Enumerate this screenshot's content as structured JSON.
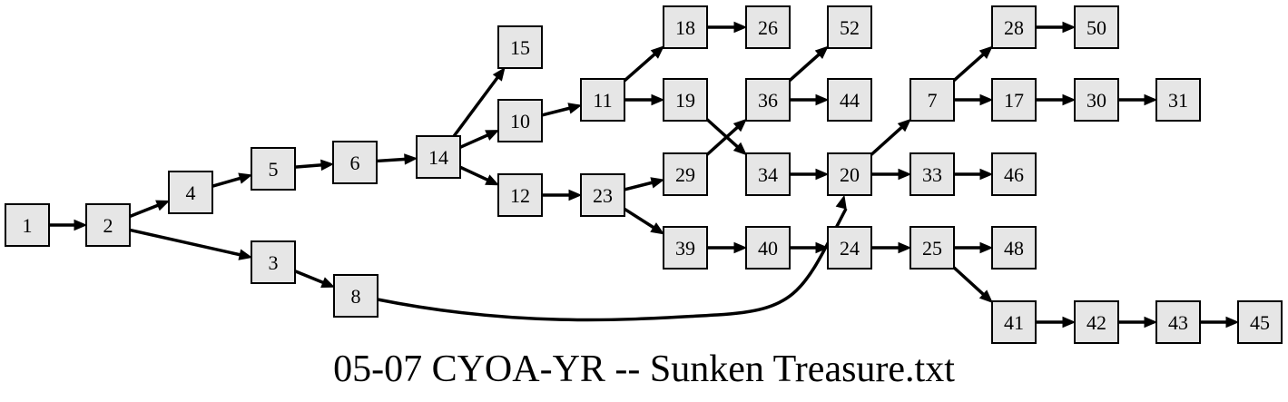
{
  "caption": "05-07 CYOA-YR -- Sunken Treasure.txt",
  "colors": {
    "node_fill": "#e6e6e6",
    "stroke": "#000000",
    "background": "#ffffff"
  },
  "nodes": [
    "1",
    "2",
    "3",
    "4",
    "5",
    "6",
    "8",
    "14",
    "15",
    "10",
    "12",
    "11",
    "23",
    "18",
    "19",
    "29",
    "39",
    "26",
    "34",
    "36",
    "40",
    "20",
    "52",
    "44",
    "24",
    "7",
    "33",
    "25",
    "28",
    "17",
    "46",
    "48",
    "41",
    "50",
    "30",
    "42",
    "31",
    "43",
    "45"
  ],
  "edges": [
    [
      "1",
      "2"
    ],
    [
      "2",
      "4"
    ],
    [
      "2",
      "3"
    ],
    [
      "4",
      "5"
    ],
    [
      "5",
      "6"
    ],
    [
      "6",
      "14"
    ],
    [
      "3",
      "8"
    ],
    [
      "14",
      "15"
    ],
    [
      "14",
      "10"
    ],
    [
      "14",
      "12"
    ],
    [
      "10",
      "11"
    ],
    [
      "12",
      "23"
    ],
    [
      "11",
      "18"
    ],
    [
      "11",
      "19"
    ],
    [
      "23",
      "29"
    ],
    [
      "23",
      "39"
    ],
    [
      "18",
      "26"
    ],
    [
      "19",
      "34"
    ],
    [
      "29",
      "36"
    ],
    [
      "39",
      "40"
    ],
    [
      "34",
      "20"
    ],
    [
      "8",
      "20"
    ],
    [
      "36",
      "52"
    ],
    [
      "36",
      "44"
    ],
    [
      "40",
      "24"
    ],
    [
      "20",
      "7"
    ],
    [
      "20",
      "33"
    ],
    [
      "24",
      "25"
    ],
    [
      "7",
      "28"
    ],
    [
      "7",
      "17"
    ],
    [
      "33",
      "46"
    ],
    [
      "25",
      "48"
    ],
    [
      "25",
      "41"
    ],
    [
      "28",
      "50"
    ],
    [
      "17",
      "30"
    ],
    [
      "41",
      "42"
    ],
    [
      "30",
      "31"
    ],
    [
      "42",
      "43"
    ],
    [
      "43",
      "45"
    ]
  ]
}
